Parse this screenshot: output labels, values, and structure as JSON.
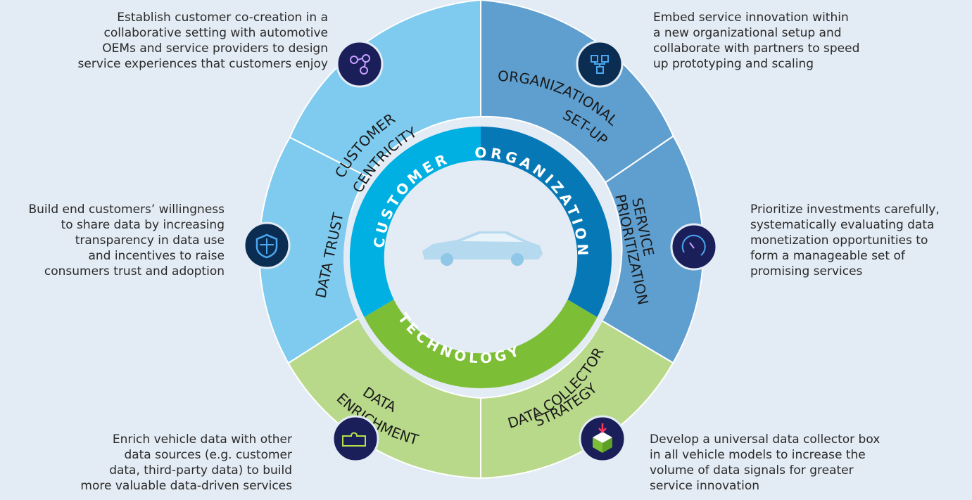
{
  "descriptions": {
    "customer_centricity": [
      "Establish customer co-creation in a",
      "collaborative setting with automotive",
      "OEMs and service providers to design",
      "service experiences that customers enjoy"
    ],
    "organizational_setup": [
      "Embed service innovation within",
      "a new organizational setup and",
      "collaborate with partners to speed",
      "up prototyping and scaling"
    ],
    "data_trust": [
      "Build end customers’ willingness",
      "to share data by increasing",
      "transparency in data use",
      "and incentives to raise",
      "consumers trust and adoption"
    ],
    "service_prioritization": [
      "Prioritize investments carefully,",
      "systematically evaluating data",
      "monetization opportunities to",
      "form a manageable set of",
      "promising services"
    ],
    "data_enrichment": [
      "Enrich vehicle data with other",
      "data sources (e.g. customer",
      "data, third-party data) to build",
      "more valuable data-driven services"
    ],
    "data_collector": [
      "Develop a universal data collector box",
      "in all vehicle models to increase the",
      "volume of data signals for greater",
      "service innovation"
    ]
  },
  "outer_segments": {
    "customer_centricity": [
      "CUSTOMER",
      "CENTRICITY"
    ],
    "organizational_setup": [
      "ORGANIZATIONAL",
      "SET-UP"
    ],
    "data_trust": "DATA TRUST",
    "service_prioritization": [
      "SERVICE",
      "PRIORITIZATION"
    ],
    "data_enrichment": [
      "DATA",
      "ENRICHMENT"
    ],
    "data_collector": [
      "DATA COLLECTOR",
      "STRATEGY"
    ]
  },
  "inner_segments": {
    "customer": "CUSTOMER",
    "organization": "ORGANIZATION",
    "technology": "TECHNOLOGY"
  },
  "icons": {
    "customer_centricity": "network-people-icon",
    "organizational_setup": "org-chart-icon",
    "data_trust": "shield-icon",
    "service_prioritization": "gauge-icon",
    "data_enrichment": "puzzle-icon",
    "data_collector": "box-download-icon",
    "center": "car-icon"
  },
  "colors": {
    "background": "#e3ebf4",
    "customer_light": "#7ecbef",
    "customer_inner": "#00b0e2",
    "organization_light": "#5f9fd0",
    "organization_inner": "#0678b6",
    "technology_light": "#b8d98a",
    "technology_inner": "#7dbe37",
    "icon_circle": "#1a1f5a"
  }
}
